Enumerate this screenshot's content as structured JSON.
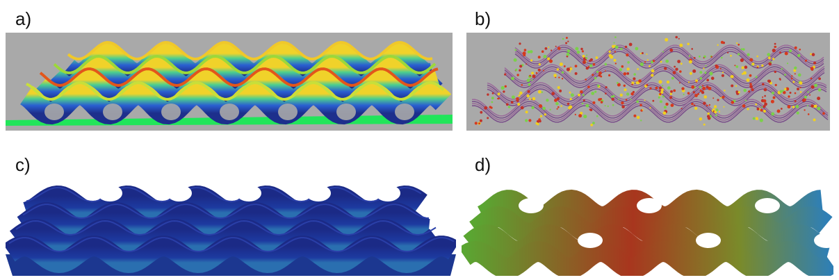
{
  "labels": {
    "a": "a)",
    "b": "b)",
    "c": "c)",
    "d": "d)"
  },
  "panels": {
    "a": {
      "content": "lattice-mesh-rendering",
      "colormap": "jet"
    },
    "b": {
      "content": "lattice-point-cloud-rendering"
    },
    "c": {
      "content": "lattice-mesh-rendering",
      "colormap": "blue"
    },
    "d": {
      "content": "lattice-mesh-rendering",
      "colormap": "green-red"
    }
  },
  "colors": {
    "background_gray": "#a9a9a9",
    "base_green": "#22e55a",
    "deep_blue": "#1d2f8c",
    "orange_red": "#e2561b",
    "yellow": "#e8d22a",
    "lattice_red": "#a8361e",
    "lattice_green": "#5aa632",
    "lattice_teal": "#2f8f9a"
  }
}
